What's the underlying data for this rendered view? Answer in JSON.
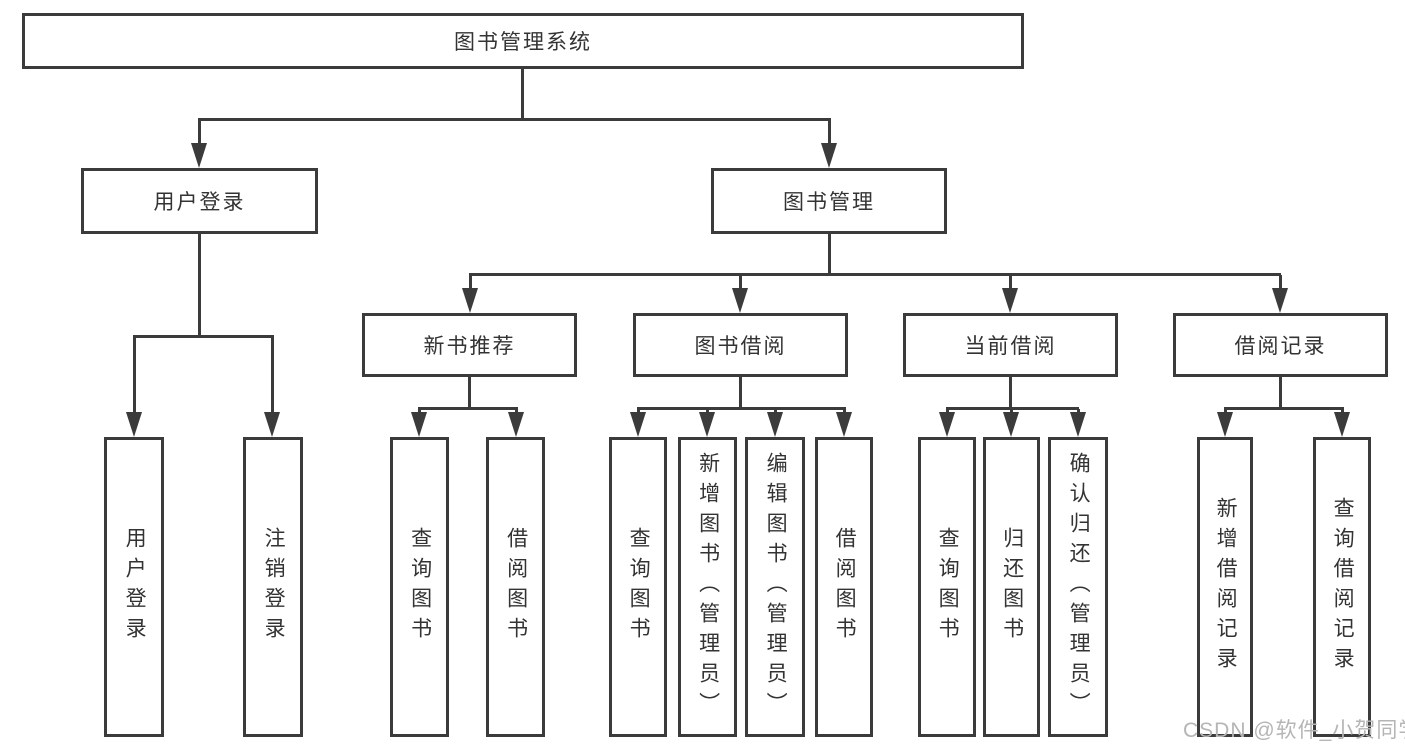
{
  "diagram": {
    "root": "图书管理系统",
    "level2": [
      {
        "label": "用户登录",
        "children": [
          "用户登录",
          "注销登录"
        ]
      },
      {
        "label": "图书管理"
      }
    ],
    "level3": [
      {
        "label": "新书推荐",
        "children": [
          "查询图书",
          "借阅图书"
        ]
      },
      {
        "label": "图书借阅",
        "children": [
          "查询图书",
          "新增图书（管理员）",
          "编辑图书（管理员）",
          "借阅图书"
        ]
      },
      {
        "label": "当前借阅",
        "children": [
          "查询图书",
          "归还图书",
          "确认归还（管理员）"
        ]
      },
      {
        "label": "借阅记录",
        "children": [
          "新增借阅记录",
          "查询借阅记录"
        ]
      }
    ]
  },
  "watermark": "CSDN @软件_小贺同学",
  "colors": {
    "line": "#3b3b3b",
    "text": "#333333",
    "background": "#ffffff",
    "watermark": "#b5b5b5"
  }
}
